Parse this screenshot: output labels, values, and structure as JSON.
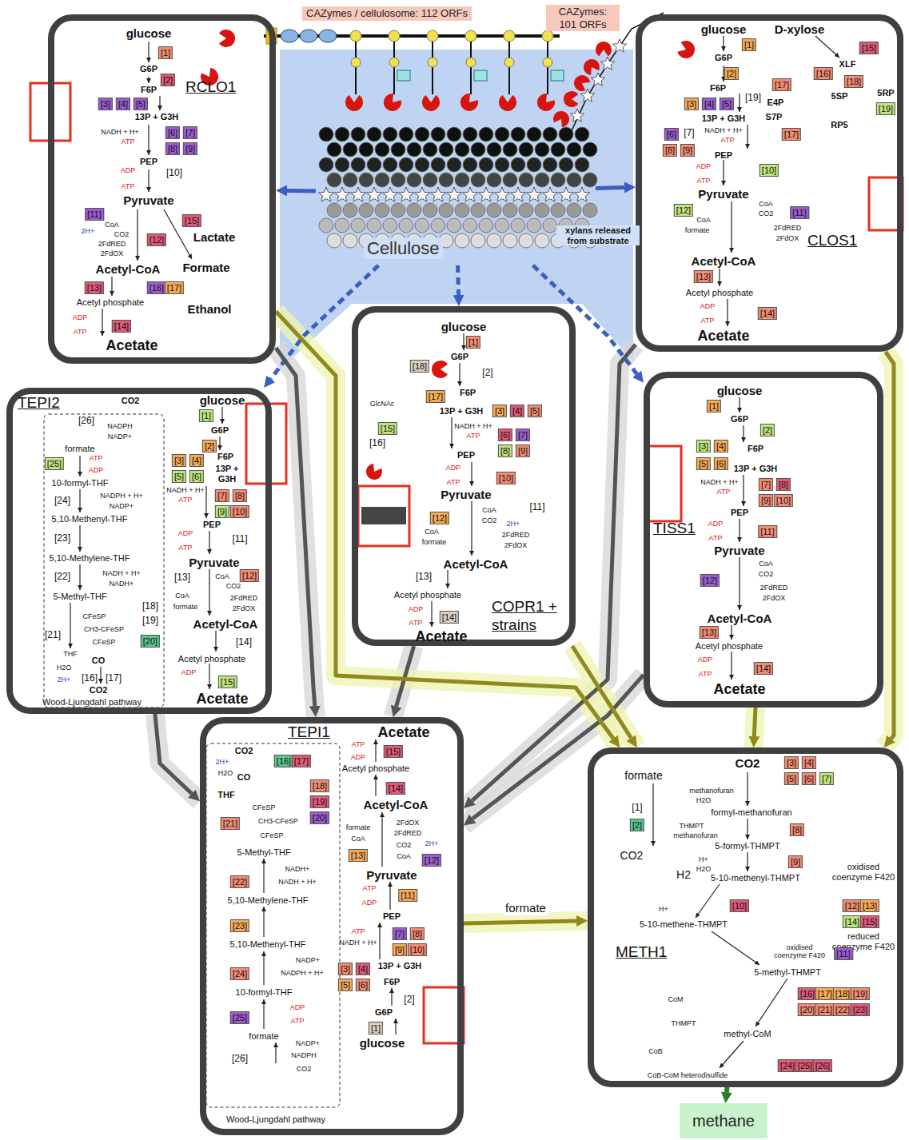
{
  "diagram": {
    "nodes": [
      {
        "text": [
          "Cellulose"
        ]
      },
      {
        "text": [
          "CAZymes / cellulosome: 112 ORFs"
        ]
      },
      {
        "text": [
          "CAZymes: 101 ORFs"
        ]
      },
      {
        "text": [
          "RCLO1"
        ]
      },
      {
        "text": [
          "CLOS1"
        ]
      },
      {
        "text": [
          "TEPI2"
        ]
      },
      {
        "text": [
          "COPR1 + strains"
        ]
      },
      {
        "text": [
          "TISS1"
        ]
      },
      {
        "text": [
          "TEPI1"
        ]
      },
      {
        "text": [
          "METH1"
        ]
      },
      {
        "text": [
          "methane"
        ]
      }
    ],
    "edges": [
      {
        "from": 0,
        "to": 3,
        "arrow": "to"
      },
      {
        "from": 0,
        "to": 4,
        "arrow": "to"
      },
      {
        "from": 0,
        "to": 5,
        "arrow": "to"
      },
      {
        "from": 0,
        "to": 6,
        "arrow": "to"
      },
      {
        "from": 0,
        "to": 7,
        "arrow": "to"
      },
      {
        "from": 3,
        "to": 8,
        "arrow": "to"
      },
      {
        "from": 5,
        "to": 8,
        "arrow": "to"
      },
      {
        "from": 6,
        "to": 8,
        "arrow": "to"
      },
      {
        "from": 4,
        "to": 8,
        "arrow": "to"
      },
      {
        "from": 7,
        "to": 8,
        "arrow": "to"
      },
      {
        "from": 3,
        "to": 9,
        "arrow": "to"
      },
      {
        "from": 4,
        "to": 9,
        "arrow": "to"
      },
      {
        "from": 7,
        "to": 9,
        "arrow": "to"
      },
      {
        "from": 6,
        "to": 9,
        "arrow": "to"
      },
      {
        "from": 8,
        "to": 9,
        "label": "formate",
        "arrow": "to"
      },
      {
        "from": 9,
        "to": 10,
        "arrow": "to"
      }
    ],
    "labels": [
      "xylans released from substrate",
      "glucose",
      "[1]",
      "G6P",
      "[2]",
      "F6P",
      "[3]",
      "[4]",
      "[5]",
      "13P + G3H",
      "[6]",
      "[7]",
      "NADH + H+",
      "ATP",
      "[8]",
      "[9]",
      "PEP",
      "ADP",
      "[10]",
      "ATP",
      "Pyruvate",
      "[11]",
      "CoA",
      "2H+",
      "CO2",
      "2FdRED",
      "2FdOX",
      "[15]",
      "Lactate",
      "[12]",
      "Formate",
      "Acetyl-CoA",
      "[13]",
      "[16]",
      "[17]",
      "Acetyl phosphate",
      "Ethanol",
      "ADP",
      "ATP",
      "[14]",
      "Acetate",
      "glucose",
      "D-xylose",
      "[1]",
      "[15]",
      "XLF",
      "[16]",
      "G6P",
      "[2]",
      "[17]",
      "[18]",
      "F6P",
      "5SP",
      "5RP",
      "[19]",
      "[3]",
      "[4]",
      "[5]",
      "[19]",
      "E4P",
      "S7P",
      "13P + G3H",
      "[17]",
      "RP5",
      "[6]",
      "[7]",
      "NADH + H+",
      "ATP",
      "[8]",
      "[9]",
      "PEP",
      "ADP",
      "[10]",
      "ATP",
      "Pyruvate",
      "[12]",
      "CoA",
      "CO2",
      "[11]",
      "CoA",
      "formate",
      "2FdRED",
      "2FdOX",
      "Acetyl-CoA",
      "[13]",
      "Acetyl phosphate",
      "ADP",
      "ATP",
      "[14]",
      "Acetate",
      "CO2",
      "[26]",
      "NADPH",
      "NADP+",
      "formate",
      "[25]",
      "ATP",
      "ADP",
      "10-formyl-THF",
      "[24]",
      "NADPH + H+",
      "NADP+",
      "5,10-Methenyl-THF",
      "[23]",
      "5,10-Methylene-THF",
      "[22]",
      "NADH + H+",
      "NADH+",
      "5-Methyl-THF",
      "[18]",
      "[19]",
      "CFeSP",
      "[21]",
      "CH3-CFeSP",
      "CFeSP",
      "[20]",
      "THF",
      "CO",
      "H2O",
      "2H+",
      "[16]",
      "[17]",
      "CO2",
      "Wood-Ljungdahl pathway",
      "glucose",
      "[1]",
      "G6P",
      "[2]",
      "F6P",
      "[3]",
      "[4]",
      "[5]",
      "[6]",
      "13P + G3H",
      "NADH + H+",
      "ATP",
      "[7]",
      "[8]",
      "[9]",
      "[10]",
      "PEP",
      "ADP",
      "[11]",
      "ATP",
      "Pyruvate",
      "[13]",
      "CoA",
      "[12]",
      "CO2",
      "CoA",
      "formate",
      "2FdRED",
      "2FdOX",
      "Acetyl-CoA",
      "[14]",
      "Acetyl phosphate",
      "ADP",
      "[15]",
      "Acetate",
      "glucose",
      "[1]",
      "G6P",
      "[18]",
      "[2]",
      "[17]",
      "F6P",
      "13P + G3H",
      "[3]",
      "[4]",
      "[5]",
      "GlcNAc",
      "[15]",
      "[16]",
      "NADH + H+",
      "ATP",
      "[6]",
      "[7]",
      "[8]",
      "[9]",
      "PEP",
      "ADP",
      "[10]",
      "ATP",
      "Pyruvate",
      "[11]",
      "CoA",
      "CO2",
      "2H+",
      "[12]",
      "CoA",
      "formate",
      "2FdRED",
      "2FdOX",
      "Acetyl-CoA",
      "[13]",
      "Acetyl phosphate",
      "ADP",
      "ATP",
      "[14]",
      "Acetate",
      "glucose",
      "[1]",
      "G6P",
      "[2]",
      "[3]",
      "[4]",
      "F6P",
      "[5]",
      "[6]",
      "13P + G3H",
      "NADH + H+",
      "ATP",
      "[7]",
      "[8]",
      "[9]",
      "[10]",
      "PEP",
      "ADP",
      "[11]",
      "ATP",
      "Pyruvate",
      "CoA",
      "CO2",
      "[12]",
      "2FdRED",
      "2FdOX",
      "Acetyl-CoA",
      "[13]",
      "Acetyl phosphate",
      "ADP",
      "ATP",
      "[14]",
      "Acetate",
      "Acetate",
      "ATP",
      "ADP",
      "[15]",
      "Acetyl phosphate",
      "[14]",
      "Acetyl-CoA",
      "2FdOX",
      "2FdRED",
      "formate",
      "CoA",
      "CO2",
      "2H+",
      "CoA",
      "[13]",
      "[12]",
      "Pyruvate",
      "ATP",
      "ADP",
      "[11]",
      "PEP",
      "ATP",
      "[7]",
      "[8]",
      "NADH + H+",
      "[9]",
      "[10]",
      "[3]",
      "[4]",
      "13P + G3H",
      "[5]",
      "[6]",
      "F6P",
      "[2]",
      "G6P",
      "[1]",
      "glucose",
      "CO2",
      "2H+",
      "[16]",
      "[17]",
      "H2O",
      "CO",
      "THF",
      "[18]",
      "[19]",
      "CFeSP",
      "[20]",
      "[21]",
      "CH3-CFeSP",
      "CFeSP",
      "5-Methyl-THF",
      "NADH+",
      "[22]",
      "NADH + H+",
      "5,10-Methylene-THF",
      "[23]",
      "5,10-Methenyl-THF",
      "NADP+",
      "[24]",
      "NADPH + H+",
      "10-formyl-THF",
      "ADP",
      "[25]",
      "ATP",
      "formate",
      "NADP+",
      "[26]",
      "NADPH",
      "CO2",
      "Wood-Ljungdahl pathway",
      "formate",
      "[1]",
      "[2]",
      "CO2",
      "CO2",
      "[3]",
      "[4]",
      "[5]",
      "[6]",
      "[7]",
      "methanofuran",
      "H2O",
      "formyl-methanofuran",
      "THMPT",
      "methanofuran",
      "[8]",
      "5-formyl-THMPT",
      "H+",
      "[9]",
      "H2O",
      "H2",
      "5-10-methenyl-THMPT",
      "oxidised coenzyme F420",
      "[12]",
      "[13]",
      "[14]",
      "[15]",
      "H+",
      "[10]",
      "5-10-methene-THMPT",
      "reduced coenzyme F420",
      "oxidised coenzyme F420",
      "[11]",
      "5-methyl-THMPT",
      "CoM",
      "[16]",
      "[17]",
      "[18]",
      "[19]",
      "[20]",
      "[21]",
      "[22]",
      "[23]",
      "THMPT",
      "methyl-CoM",
      "CoB",
      "[24]",
      "[25]",
      "[26]",
      "CoB-CoM heterodisulfide"
    ]
  }
}
